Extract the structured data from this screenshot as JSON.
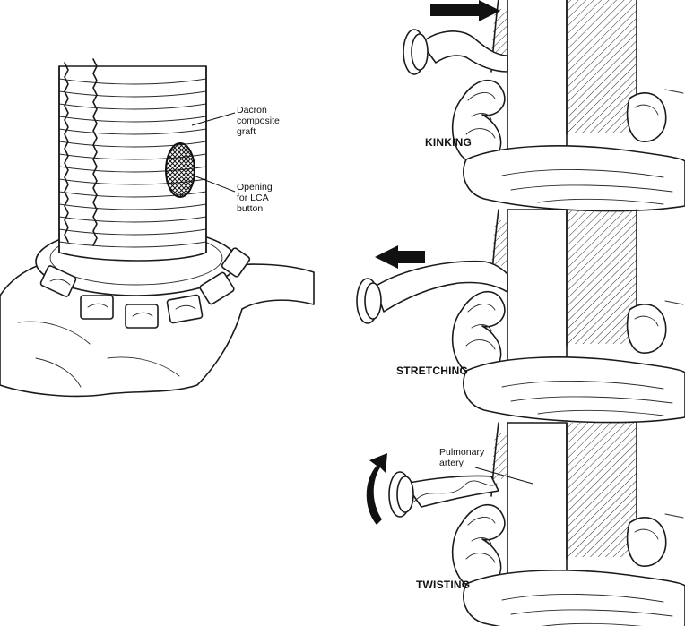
{
  "labels": {
    "graft": [
      "Dacron",
      "composite",
      "graft"
    ],
    "opening": [
      "Opening",
      "for LCA",
      "button"
    ],
    "pulmonary": [
      "Pulmonary",
      "artery"
    ]
  },
  "captions": {
    "kinking": "KINKING",
    "stretching": "STRETCHING",
    "twisting": "TWISTING"
  },
  "colors": {
    "ink": "#1a1a1a",
    "paper": "#ffffff"
  }
}
